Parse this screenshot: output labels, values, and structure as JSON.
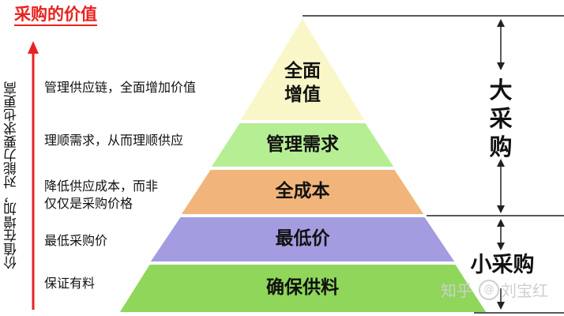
{
  "title": "采购的价值",
  "vertical_axis_text": "价值在增加，对能力要求也更高",
  "levels": [
    {
      "tier": "全面增值",
      "tier_lines": [
        "全面",
        "增值"
      ],
      "left_label_lines": [
        "管理供应链，全面增加价值"
      ],
      "color": "#f9f7c8"
    },
    {
      "tier": "管理需求",
      "tier_lines": [
        "管理需求"
      ],
      "left_label_lines": [
        "理顺需求，从而理顺供应"
      ],
      "color": "#b6ee94"
    },
    {
      "tier": "全成本",
      "tier_lines": [
        "全成本"
      ],
      "left_label_lines": [
        "降低供应成本，而非",
        "仅仅是采购价格"
      ],
      "color": "#f1b57b"
    },
    {
      "tier": "最低价",
      "tier_lines": [
        "最低价"
      ],
      "left_label_lines": [
        "最低采购价"
      ],
      "color": "#a39ce0"
    },
    {
      "tier": "确保供料",
      "tier_lines": [
        "确保供料"
      ],
      "left_label_lines": [
        "保证有料"
      ],
      "color": "#8fd65a"
    }
  ],
  "big_procurement_lines": [
    "大",
    "采",
    "购"
  ],
  "small_procurement": "小采购",
  "watermark": {
    "prefix": "知乎",
    "at": "@",
    "name": "刘宝红"
  },
  "colors": {
    "title_red": "#e8231f",
    "arrow_red": "#e8231f",
    "line_dark": "#222222"
  }
}
